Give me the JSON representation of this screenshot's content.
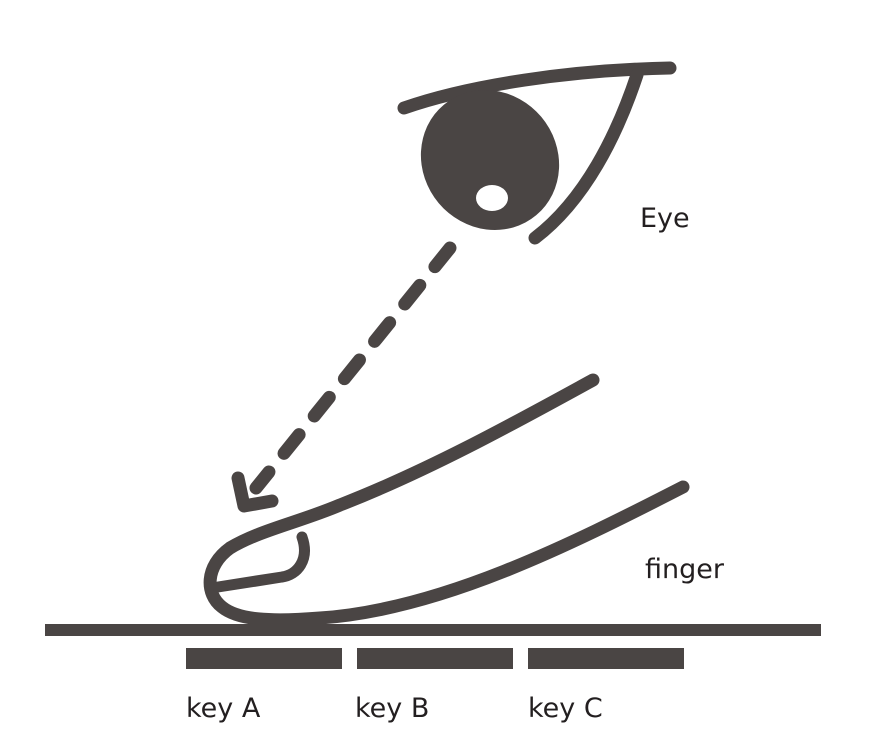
{
  "labels": {
    "eye": "Eye",
    "finger": "finger",
    "key_a": "key A",
    "key_b": "key B",
    "key_c": "key C"
  },
  "colors": {
    "ink": "#4a4544",
    "background": "#ffffff"
  }
}
